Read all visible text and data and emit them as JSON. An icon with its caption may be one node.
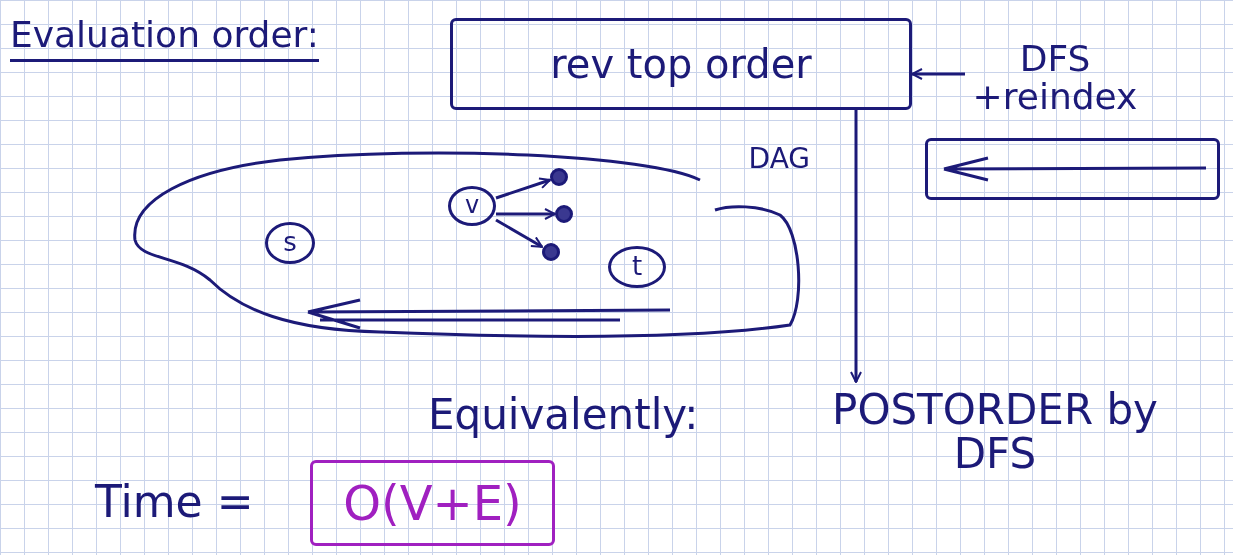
{
  "diagram": {
    "nodes": [
      {
        "text": [
          "rev top order"
        ]
      },
      {
        "text": [
          "DFS +reindex"
        ]
      },
      {
        "text": [],
        "shape": "box"
      },
      {
        "text": [
          "DAG"
        ]
      },
      {
        "text": [
          "s"
        ],
        "in": 3
      },
      {
        "text": [
          "v"
        ],
        "in": 3
      },
      {
        "text": [],
        "shape": "circle",
        "in": 3
      },
      {
        "text": [],
        "shape": "circle",
        "in": 3
      },
      {
        "text": [],
        "shape": "circle",
        "in": 3
      },
      {
        "text": [
          "t"
        ],
        "in": 3
      },
      {
        "text": [
          "POSTORDER by DFS"
        ]
      },
      {
        "text": [
          "O(V+E)"
        ]
      }
    ],
    "edges": [
      {
        "from": 1,
        "to": 0,
        "arrow": "to"
      },
      {
        "from": 5,
        "to": 6,
        "arrow": "to"
      },
      {
        "from": 5,
        "to": 7,
        "arrow": "to"
      },
      {
        "from": 5,
        "to": 8,
        "arrow": "to"
      },
      {
        "from": 0,
        "to": 10,
        "arrow": "to"
      }
    ],
    "labels": [
      "Evaluation order:",
      "Equivalently:",
      "Time ="
    ]
  }
}
